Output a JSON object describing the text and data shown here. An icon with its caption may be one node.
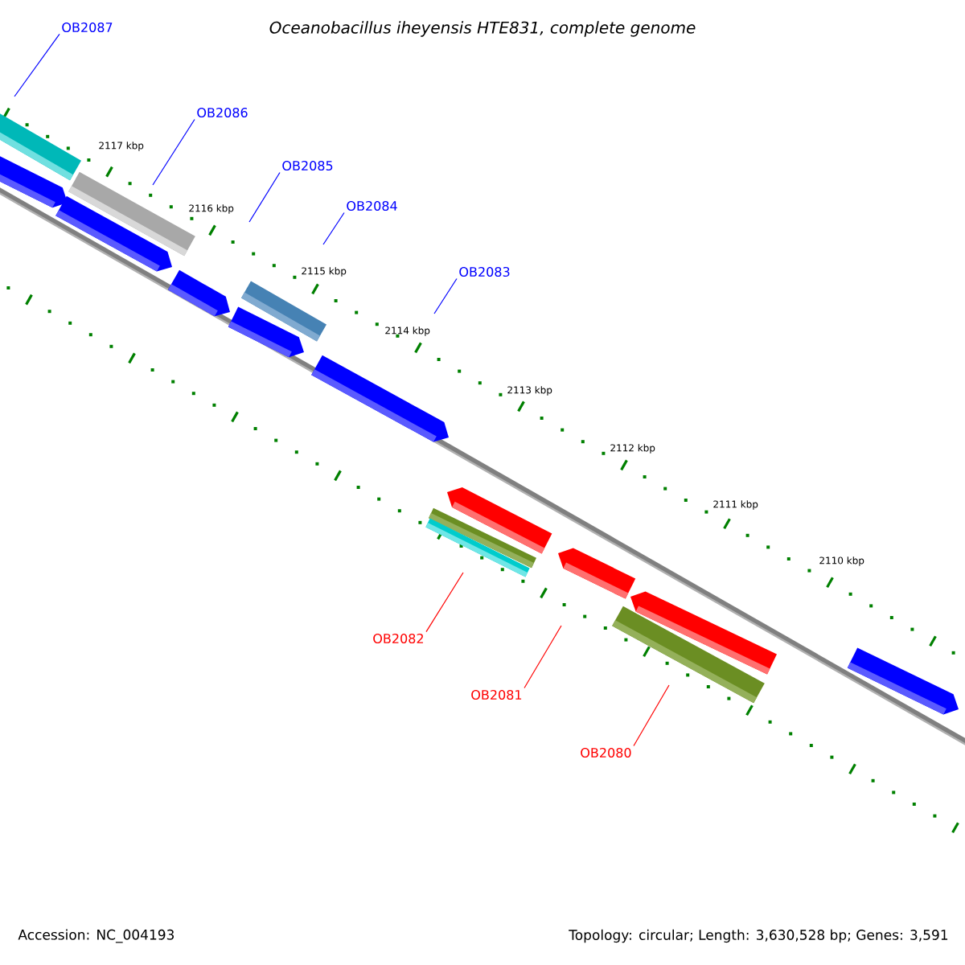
{
  "diagram": {
    "title": "Oceanobacillus iheyensis HTE831, complete genome",
    "nodes": [
      {
        "text": [
          "OB2087"
        ]
      },
      {
        "text": [
          "OB2086"
        ]
      },
      {
        "text": [
          "OB2085"
        ]
      },
      {
        "text": [
          "OB2084"
        ]
      },
      {
        "text": [
          "OB2083"
        ]
      },
      {
        "text": [
          "OB2082"
        ]
      },
      {
        "text": [
          "OB2081"
        ]
      },
      {
        "text": [
          "OB2080"
        ]
      }
    ],
    "edges": [
      {
        "from": 0,
        "to": null,
        "arrow": "none"
      },
      {
        "from": 1,
        "to": null,
        "arrow": "none"
      },
      {
        "from": 2,
        "to": null,
        "arrow": "none"
      },
      {
        "from": 3,
        "to": null,
        "arrow": "none"
      },
      {
        "from": 4,
        "to": null,
        "arrow": "none"
      },
      {
        "from": 5,
        "to": null,
        "arrow": "none",
        "color": "#ff0000"
      },
      {
        "from": 6,
        "to": null,
        "arrow": "none",
        "color": "#ff0000"
      },
      {
        "from": 7,
        "to": null,
        "arrow": "none",
        "color": "#ff0000"
      }
    ],
    "labels": [
      "2117 kbp",
      "2116 kbp",
      "2115 kbp",
      "2114 kbp",
      "2113 kbp",
      "2112 kbp",
      "2111 kbp",
      "2110 kbp",
      "Accession: NC_004193",
      "Topology: circular; Length: 3,630,528 bp; Genes: 3,591"
    ]
  }
}
